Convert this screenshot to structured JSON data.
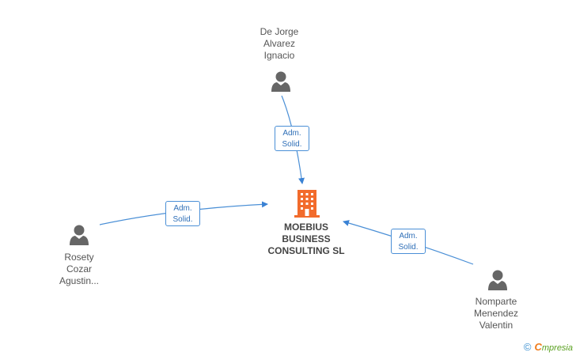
{
  "company": {
    "name_lines": [
      "MOEBIUS",
      "BUSINESS",
      "CONSULTING SL"
    ],
    "icon": "building-icon",
    "color": "#f26b2c"
  },
  "people": [
    {
      "name_lines": [
        "De Jorge",
        "Alvarez",
        "Ignacio"
      ],
      "icon": "person-icon",
      "relation_lines": [
        "Adm.",
        "Solid."
      ]
    },
    {
      "name_lines": [
        "Rosety",
        "Cozar",
        "Agustin..."
      ],
      "icon": "person-icon",
      "relation_lines": [
        "Adm.",
        "Solid."
      ]
    },
    {
      "name_lines": [
        "Nomparte",
        "Menendez",
        "Valentin"
      ],
      "icon": "person-icon",
      "relation_lines": [
        "Adm.",
        "Solid."
      ]
    }
  ],
  "footer": {
    "copyright": "©",
    "brand_initial": "C",
    "brand_rest": "mpresia"
  },
  "colors": {
    "edge": "#4a8fd6",
    "person": "#666666",
    "text": "#555555"
  }
}
